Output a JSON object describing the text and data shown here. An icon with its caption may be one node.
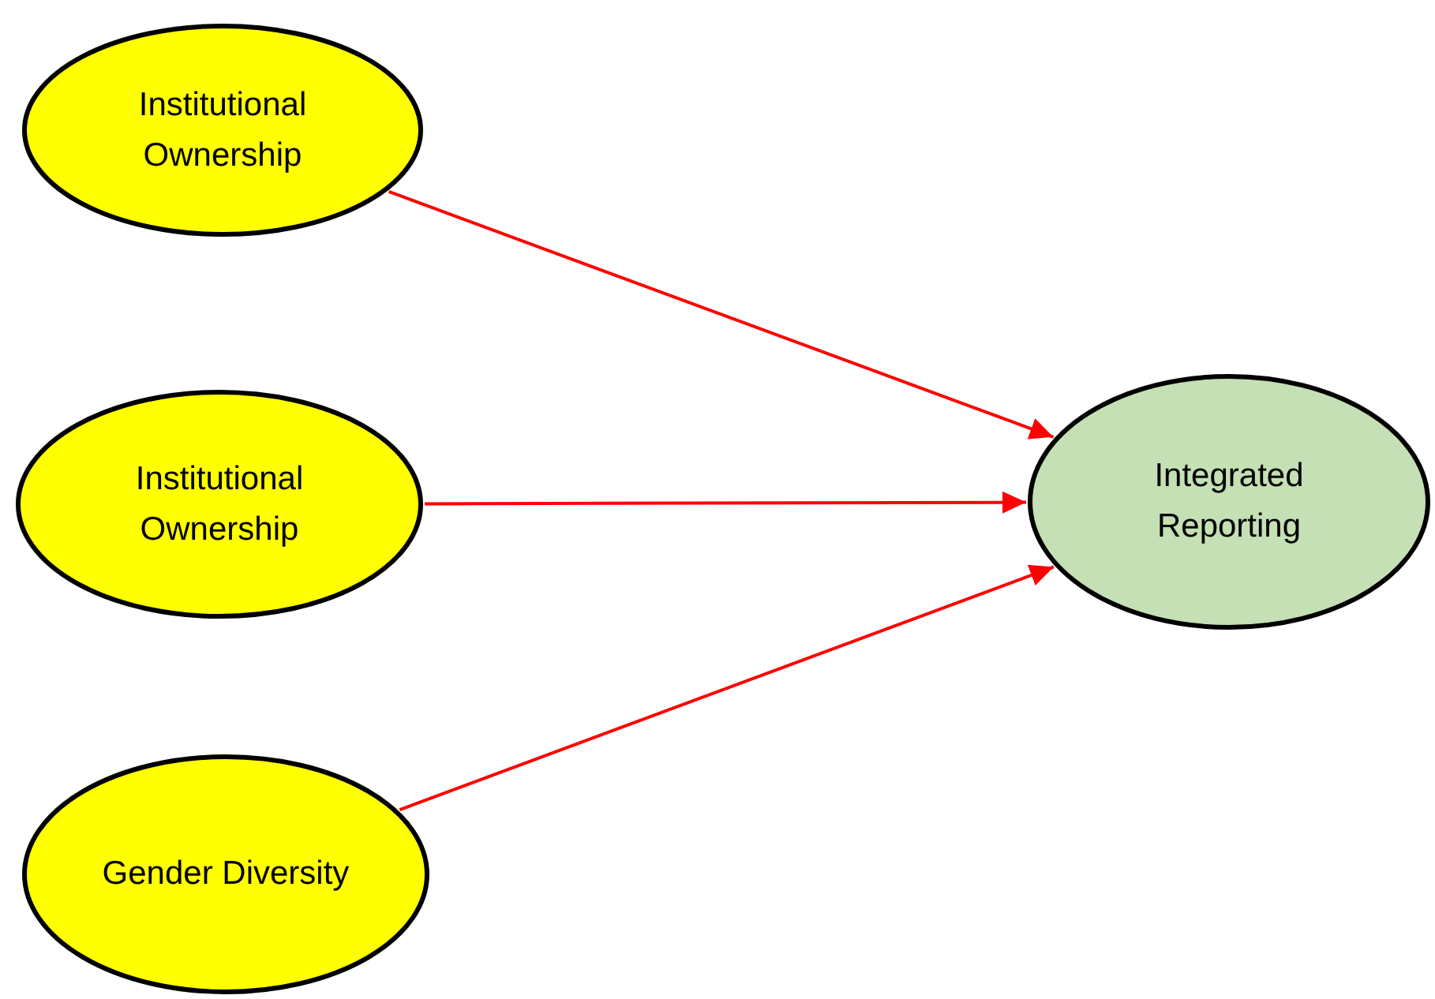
{
  "diagram": {
    "nodes": [
      {
        "text": [
          "Institutional Ownership"
        ]
      },
      {
        "text": [
          "Institutional Ownership"
        ]
      },
      {
        "text": [
          "Gender Diversity"
        ]
      },
      {
        "text": [
          "Integrated Reporting"
        ]
      }
    ],
    "edges": [
      {
        "from": 0,
        "to": 3,
        "arrow": "to",
        "color": "#ff0000"
      },
      {
        "from": 1,
        "to": 3,
        "arrow": "to",
        "color": "#ff0000"
      },
      {
        "from": 2,
        "to": 3,
        "arrow": "to",
        "color": "#ff0000"
      }
    ]
  }
}
